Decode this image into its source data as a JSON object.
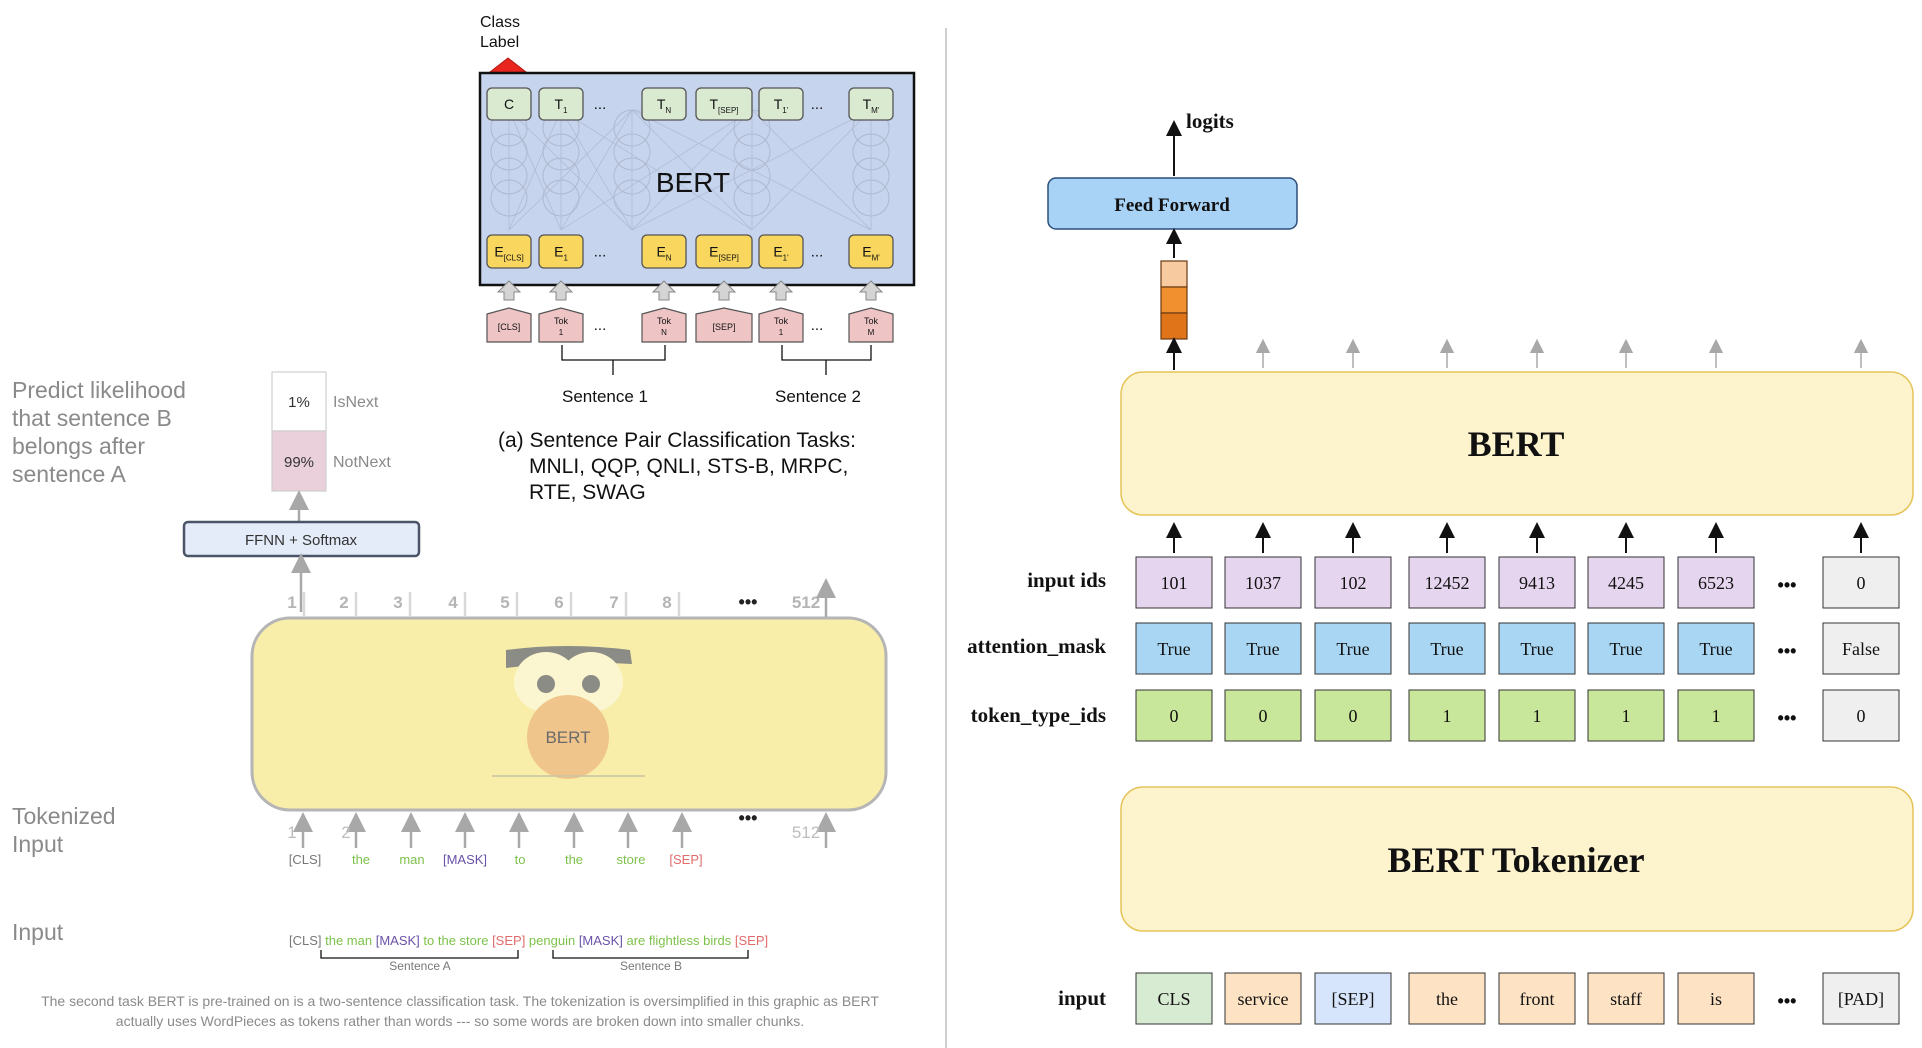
{
  "left": {
    "class_label": [
      "Class",
      "Label"
    ],
    "bert_label": "BERT",
    "top_tokens": [
      {
        "main": "C",
        "sub": ""
      },
      {
        "main": "T",
        "sub": "1"
      },
      {
        "main": "...",
        "sub": ""
      },
      {
        "main": "T",
        "sub": "N"
      },
      {
        "main": "T",
        "sub": "[SEP]"
      },
      {
        "main": "T",
        "sub": "1'"
      },
      {
        "main": "...",
        "sub": ""
      },
      {
        "main": "T",
        "sub": "M'"
      }
    ],
    "embeddings": [
      {
        "main": "E",
        "sub": "[CLS]"
      },
      {
        "main": "E",
        "sub": "1"
      },
      {
        "main": "...",
        "sub": ""
      },
      {
        "main": "E",
        "sub": "N"
      },
      {
        "main": "E",
        "sub": "[SEP]"
      },
      {
        "main": "E",
        "sub": "1'"
      },
      {
        "main": "...",
        "sub": ""
      },
      {
        "main": "E",
        "sub": "M'"
      }
    ],
    "input_tokens": [
      {
        "line1": "[CLS]",
        "line2": ""
      },
      {
        "line1": "Tok",
        "line2": "1"
      },
      {
        "line1": "...",
        "line2": ""
      },
      {
        "line1": "Tok",
        "line2": "N"
      },
      {
        "line1": "[SEP]",
        "line2": ""
      },
      {
        "line1": "Tok",
        "line2": "1"
      },
      {
        "line1": "...",
        "line2": ""
      },
      {
        "line1": "Tok",
        "line2": "M"
      }
    ],
    "sentence1": "Sentence 1",
    "sentence2": "Sentence 2",
    "caption": [
      "(a) Sentence Pair Classification Tasks:",
      "MNLI, QQP, QNLI, STS-B, MRPC,",
      "RTE, SWAG"
    ],
    "predict_text": [
      "Predict likelihood",
      "that sentence B",
      "belongs after",
      "sentence A"
    ],
    "isnext_pct": "1%",
    "isnext_label": "IsNext",
    "notnext_pct": "99%",
    "notnext_label": "NotNext",
    "ffnn_label": "FFNN + Softmax",
    "positions_top": [
      "1",
      "2",
      "3",
      "4",
      "5",
      "6",
      "7",
      "8",
      "•••",
      "512"
    ],
    "positions_bottom": [
      "1",
      "2",
      "•••",
      "512"
    ],
    "bert_face_label": "BERT",
    "tokenized_input_label": [
      "Tokenized",
      "Input"
    ],
    "tokens": [
      {
        "text": "[CLS]",
        "color": "#777777"
      },
      {
        "text": "the",
        "color": "#7dc24a"
      },
      {
        "text": "man",
        "color": "#7dc24a"
      },
      {
        "text": "[MASK]",
        "color": "#6a52a8"
      },
      {
        "text": "to",
        "color": "#7dc24a"
      },
      {
        "text": "the",
        "color": "#7dc24a"
      },
      {
        "text": "store",
        "color": "#7dc24a"
      },
      {
        "text": "[SEP]",
        "color": "#e06b6b"
      }
    ],
    "input_label": "Input",
    "input_sentence": [
      {
        "text": "[CLS]",
        "color": "#777777"
      },
      {
        "text": "the man",
        "color": "#7dc24a"
      },
      {
        "text": "[MASK]",
        "color": "#6a52a8"
      },
      {
        "text": "to the store",
        "color": "#7dc24a"
      },
      {
        "text": "[SEP]",
        "color": "#e06b6b"
      },
      {
        "text": "penguin",
        "color": "#7dc24a"
      },
      {
        "text": "[MASK]",
        "color": "#6a52a8"
      },
      {
        "text": "are flightless birds",
        "color": "#7dc24a"
      },
      {
        "text": "[SEP]",
        "color": "#e06b6b"
      }
    ],
    "sentence_a": "Sentence A",
    "sentence_b": "Sentence B",
    "footnote": [
      "The second task BERT is pre-trained on is a two-sentence classification task. The tokenization is oversimplified in this graphic as BERT",
      "actually uses WordPieces as tokens rather than words --- so some words are broken down into smaller chunks."
    ]
  },
  "right": {
    "logits_label": "logits",
    "feed_forward_label": "Feed Forward",
    "bert_label": "BERT",
    "tokenizer_label": "BERT Tokenizer",
    "row_labels": {
      "input_ids": "input ids",
      "attention_mask": "attention_mask",
      "token_type_ids": "token_type_ids",
      "input": "input"
    },
    "ellipsis": "•••",
    "input_ids": [
      "101",
      "1037",
      "102",
      "12452",
      "9413",
      "4245",
      "6523",
      "0"
    ],
    "attention_mask": [
      "True",
      "True",
      "True",
      "True",
      "True",
      "True",
      "True",
      "False"
    ],
    "token_type_ids": [
      "0",
      "0",
      "0",
      "1",
      "1",
      "1",
      "1",
      "0"
    ],
    "input_tokens": [
      "CLS",
      "service",
      "[SEP]",
      "the",
      "front",
      "staff",
      "is",
      "[PAD]"
    ],
    "colors": {
      "ids_fill": "#e6d5ef",
      "mask_fill": "#a9d6f2",
      "type_fill": "#c9e79a",
      "gray_fill": "#efefef",
      "cls_fill": "#d7ebd3",
      "tok_fill": "#fde3c4",
      "sep_fill": "#d6e5fb",
      "bert_fill": "#fdf3cd",
      "ff_fill": "#a8d2f6"
    }
  }
}
